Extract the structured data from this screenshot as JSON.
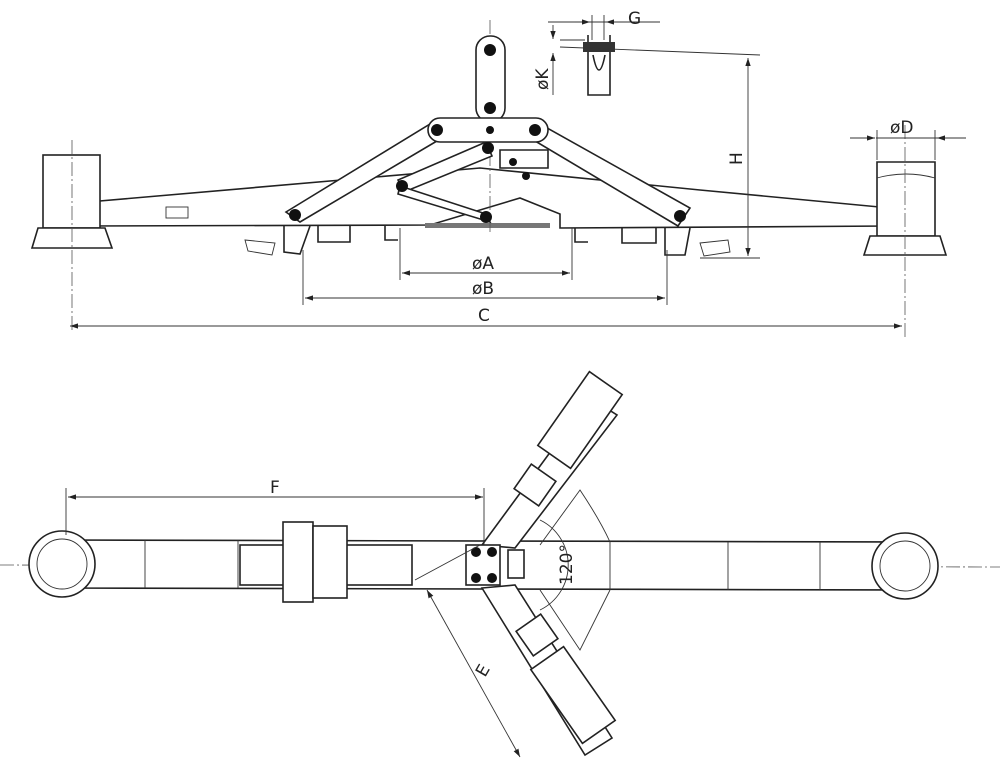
{
  "labels": {
    "G": "G",
    "K": "øK",
    "H": "H",
    "D": "øD",
    "A": "øA",
    "B": "øB",
    "C": "C",
    "F": "F",
    "E": "E",
    "angle": "120°"
  }
}
